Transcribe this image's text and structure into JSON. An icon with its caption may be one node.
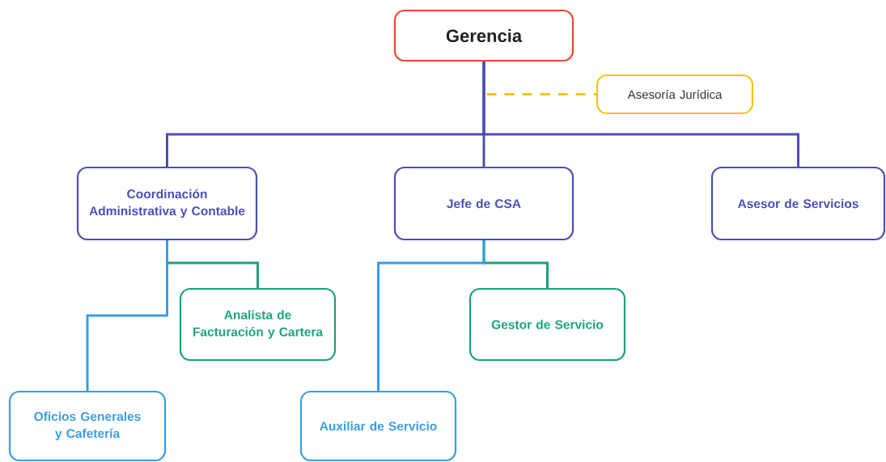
{
  "diagram": {
    "nodes": [
      {
        "text": [
          "Gerencia"
        ]
      },
      {
        "text": [
          "Asesoría Jurídica"
        ]
      },
      {
        "text": [
          "Coordinación Administrativa y Contable"
        ]
      },
      {
        "text": [
          "Jefe de CSA"
        ]
      },
      {
        "text": [
          "Asesor de Servicios"
        ]
      },
      {
        "text": [
          "Analista de Facturación y Cartera"
        ]
      },
      {
        "text": [
          "Gestor de Servicio"
        ]
      },
      {
        "text": [
          "Oficios Generales y Cafetería"
        ]
      },
      {
        "text": [
          "Auxiliar de Servicio"
        ]
      }
    ],
    "edges": [
      {
        "from": 0,
        "to": 1,
        "arrow": "none",
        "style": "dashed",
        "color": "#f5c518"
      },
      {
        "from": 0,
        "to": 2,
        "arrow": "none"
      },
      {
        "from": 0,
        "to": 3,
        "arrow": "none"
      },
      {
        "from": 0,
        "to": 4,
        "arrow": "none"
      },
      {
        "from": 2,
        "to": 5,
        "arrow": "none",
        "color": "#1aa37f"
      },
      {
        "from": 2,
        "to": 7,
        "arrow": "none",
        "color": "#3b9ce6"
      },
      {
        "from": 3,
        "to": 6,
        "arrow": "none",
        "color": "#1aa37f"
      },
      {
        "from": 3,
        "to": 8,
        "arrow": "none",
        "color": "#3b9ce6"
      }
    ]
  }
}
